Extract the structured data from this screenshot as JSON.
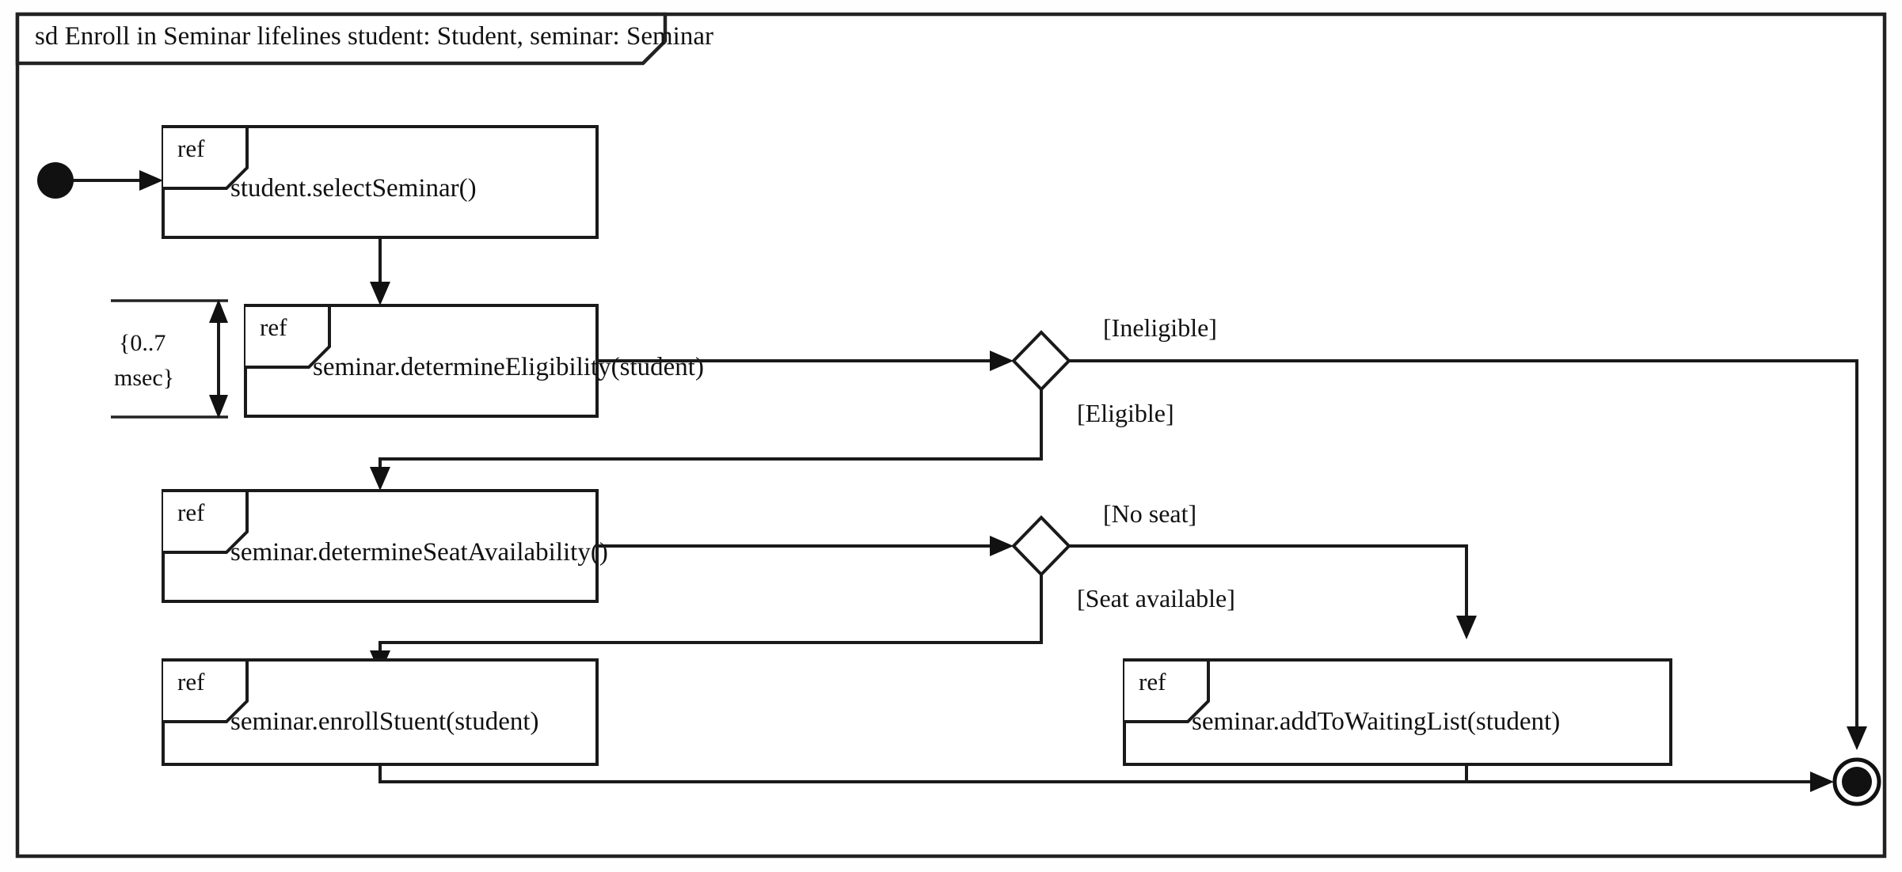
{
  "diagram": {
    "kind": "uml-interaction-overview-diagram",
    "frame": {
      "label": "sd Enroll in Seminar lifelines student: Student, seminar: Seminar",
      "keyword": "sd",
      "name": "Enroll in Seminar",
      "lifelines": "lifelines student: Student, seminar: Seminar"
    },
    "ref_keyword": "ref",
    "interaction_uses": [
      {
        "id": "select-seminar",
        "keyword": "ref",
        "label": "student.selectSeminar()"
      },
      {
        "id": "determine-eligibility",
        "keyword": "ref",
        "label": "seminar.determineEligibility(student)"
      },
      {
        "id": "determine-seat-availability",
        "keyword": "ref",
        "label": "seminar.determineSeatAvailability()"
      },
      {
        "id": "enroll-student",
        "keyword": "ref",
        "label": "seminar.enrollStuent(student)"
      },
      {
        "id": "add-to-waiting-list",
        "keyword": "ref",
        "label": "seminar.addToWaitingList(student)"
      }
    ],
    "guards": [
      {
        "id": "ineligible",
        "label": "[Ineligible]"
      },
      {
        "id": "eligible",
        "label": "[Eligible]"
      },
      {
        "id": "no-seat",
        "label": "[No seat]"
      },
      {
        "id": "seat-available",
        "label": "[Seat available]"
      }
    ],
    "timing_constraint": {
      "id": "eligibility-duration",
      "line1": "{0..7",
      "line2": "msec}",
      "full": "{0..7 msec}"
    },
    "nodes": {
      "initial": "initial-node",
      "final": "activity-final-node",
      "decision_1": "decision-node-eligibility",
      "decision_2": "decision-node-seat"
    },
    "colors": {
      "stroke": "#1a1a1a",
      "background": "#ffffff",
      "node_fill": "#111111"
    }
  }
}
